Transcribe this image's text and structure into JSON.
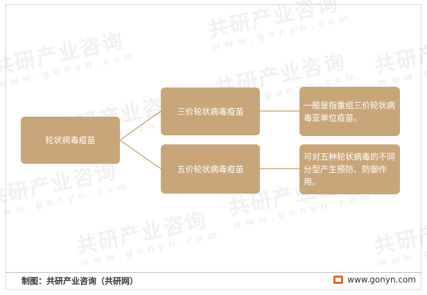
{
  "diagram": {
    "root": "轮状病毒疫苗",
    "branches": [
      {
        "label": "三价轮状病毒疫苗",
        "description": "一般是指重组三价轮状病毒亚单位疫苗。"
      },
      {
        "label": "五价轮状病毒疫苗",
        "description": "可对五种轮状病毒的不同分型产生预防、防御作用。"
      }
    ]
  },
  "watermark": {
    "brand": "共研产业咨询",
    "domain": "www.gonyn.com"
  },
  "footer": {
    "source": "制图：共研产业咨询（共研网）",
    "website": "www.gonyn.com"
  },
  "colors": {
    "node": "#c9a679",
    "connector": "#c79a5e",
    "node_text": "#ffffff"
  }
}
